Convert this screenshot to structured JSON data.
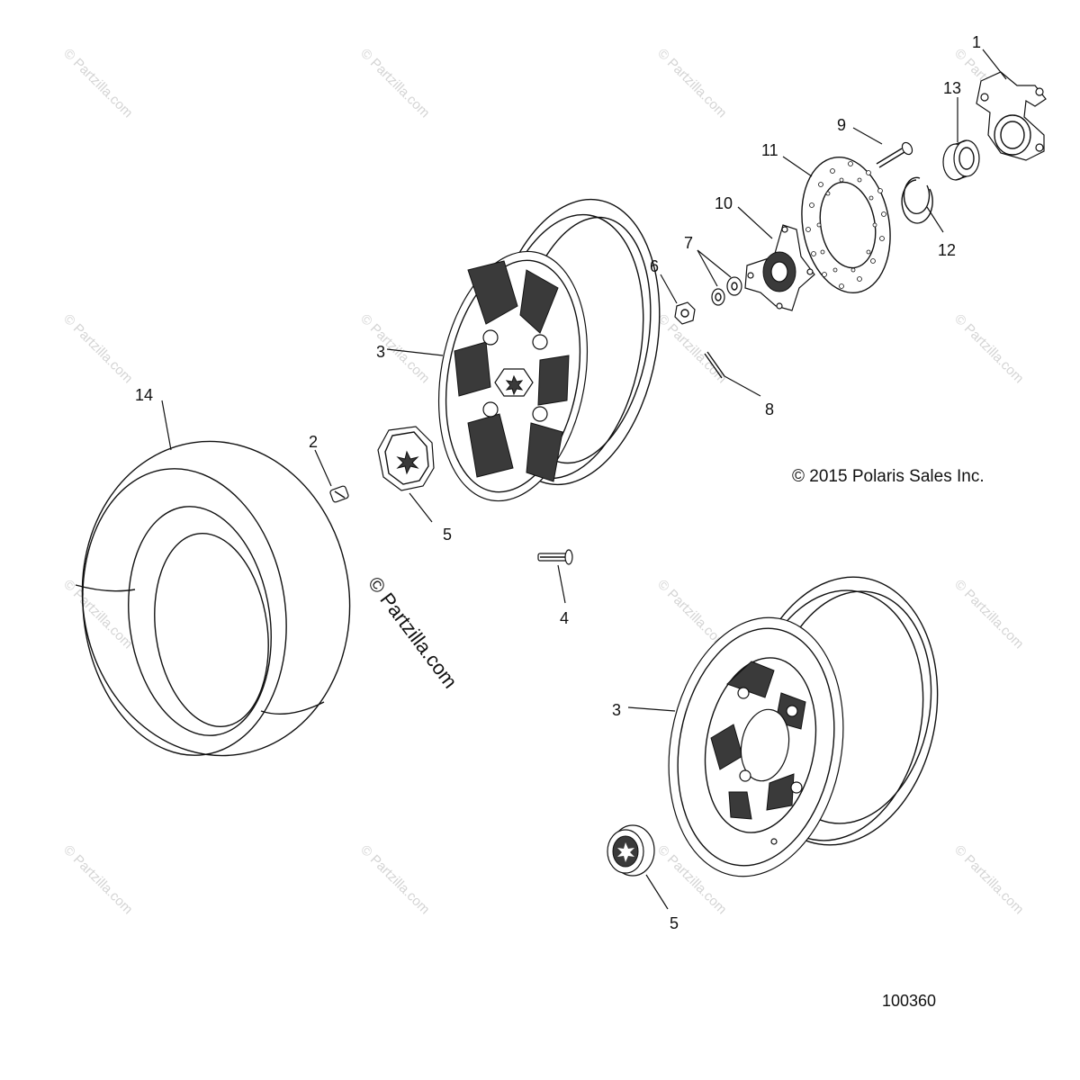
{
  "callouts": {
    "c1": "1",
    "c2": "2",
    "c3a": "3",
    "c3b": "3",
    "c4": "4",
    "c5a": "5",
    "c5b": "5",
    "c6": "6",
    "c7": "7",
    "c8": "8",
    "c9": "9",
    "c10": "10",
    "c11": "11",
    "c12": "12",
    "c13": "13",
    "c14": "14"
  },
  "copyright": "© 2015 Polaris Sales Inc.",
  "drawing_number": "100360",
  "watermark": "© Partzilla.com",
  "colors": {
    "line": "#111111",
    "watermark": "#d4d4d4",
    "background": "#ffffff"
  }
}
